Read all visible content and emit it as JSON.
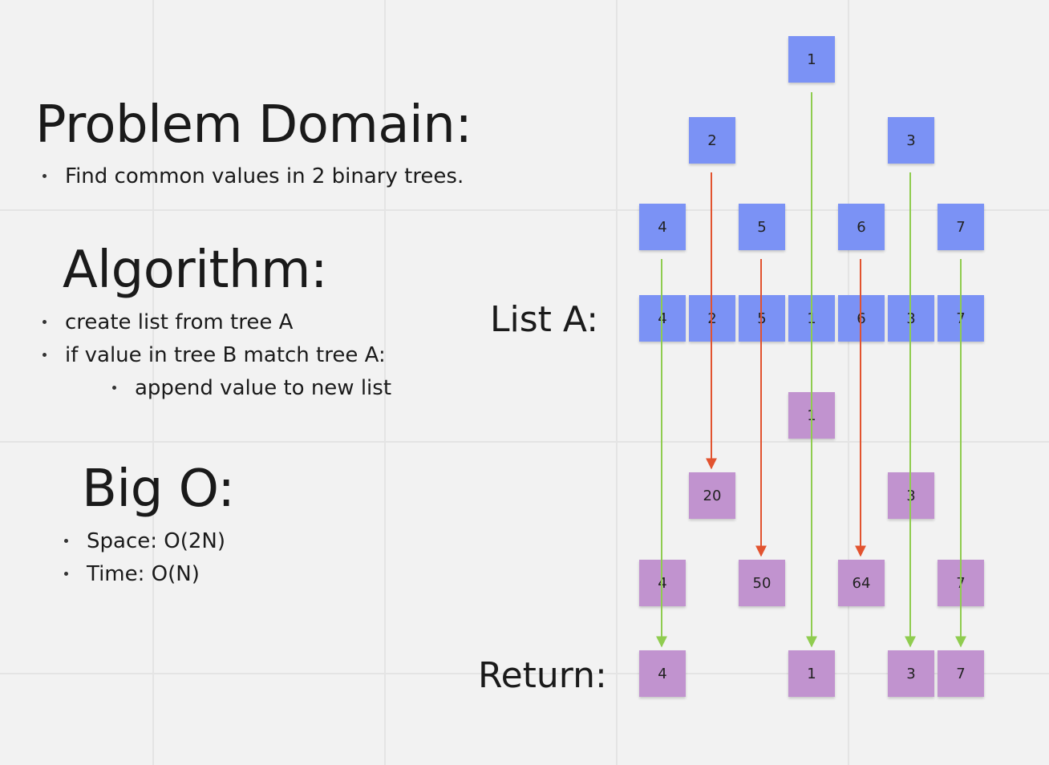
{
  "problem": {
    "heading": "Problem Domain:",
    "bullets": [
      "Find common values in 2 binary trees."
    ]
  },
  "algorithm": {
    "heading": "Algorithm:",
    "bullets": [
      "create list from tree A",
      "if value in tree B match tree A:"
    ],
    "sub_bullets": [
      "append value to new list"
    ]
  },
  "bigo": {
    "heading": "Big O:",
    "bullets": [
      "Space: O(2N)",
      "Time: O(N)"
    ]
  },
  "labels": {
    "list_a": "List A:",
    "return": "Return:"
  },
  "tree_a": {
    "root": "1",
    "level1": [
      "2",
      "3"
    ],
    "level2": [
      "4",
      "5",
      "6",
      "7"
    ]
  },
  "list_a": [
    "4",
    "2",
    "5",
    "1",
    "6",
    "3",
    "7"
  ],
  "tree_b": {
    "root": "1",
    "level1": [
      "20",
      "3"
    ],
    "level2": [
      "4",
      "50",
      "64",
      "7"
    ]
  },
  "return_list": [
    "4",
    "1",
    "3",
    "7"
  ],
  "colors": {
    "tree_a_note": "#7b92f5",
    "tree_b_note": "#c193cf",
    "match_arrow": "#8fcc4f",
    "nomatch_arrow": "#e2532f",
    "background": "#f2f2f2"
  }
}
